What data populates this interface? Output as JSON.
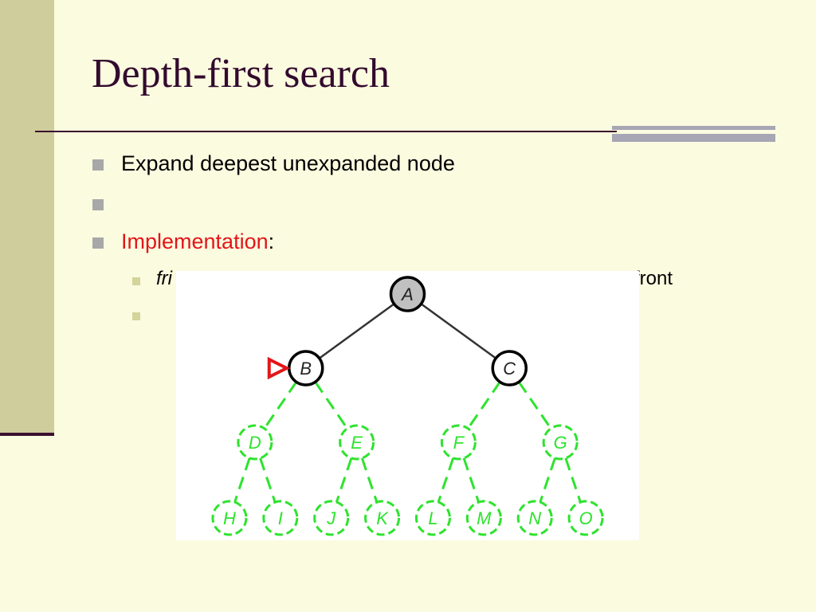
{
  "slide": {
    "title": "Depth-first search",
    "bullets": [
      {
        "text": "Expand deepest unexpanded node"
      },
      {
        "text": ""
      },
      {
        "label": "Implementation",
        "suffix": ":"
      }
    ],
    "sub_bullets": [
      {
        "prefix": "fri",
        "tail": "front"
      },
      {
        "text": ""
      }
    ]
  },
  "diagram": {
    "colors": {
      "expanded_fill": "#c0c0c0",
      "frontier_stroke": "#000000",
      "unexplored_stroke": "#2ee32e",
      "pointer": "#e2161a"
    },
    "nodes": [
      {
        "id": "A",
        "label": "A",
        "parent": null,
        "state": "expanded"
      },
      {
        "id": "B",
        "label": "B",
        "parent": "A",
        "state": "frontier",
        "pointer": true
      },
      {
        "id": "C",
        "label": "C",
        "parent": "A",
        "state": "frontier"
      },
      {
        "id": "D",
        "label": "D",
        "parent": "B",
        "state": "unexplored"
      },
      {
        "id": "E",
        "label": "E",
        "parent": "B",
        "state": "unexplored"
      },
      {
        "id": "F",
        "label": "F",
        "parent": "C",
        "state": "unexplored"
      },
      {
        "id": "G",
        "label": "G",
        "parent": "C",
        "state": "unexplored"
      },
      {
        "id": "H",
        "label": "H",
        "parent": "D",
        "state": "unexplored"
      },
      {
        "id": "I",
        "label": "I",
        "parent": "D",
        "state": "unexplored"
      },
      {
        "id": "J",
        "label": "J",
        "parent": "E",
        "state": "unexplored"
      },
      {
        "id": "K",
        "label": "K",
        "parent": "E",
        "state": "unexplored"
      },
      {
        "id": "L",
        "label": "L",
        "parent": "F",
        "state": "unexplored"
      },
      {
        "id": "M",
        "label": "M",
        "parent": "F",
        "state": "unexplored"
      },
      {
        "id": "N",
        "label": "N",
        "parent": "G",
        "state": "unexplored"
      },
      {
        "id": "O",
        "label": "O",
        "parent": "G",
        "state": "unexplored"
      }
    ]
  }
}
